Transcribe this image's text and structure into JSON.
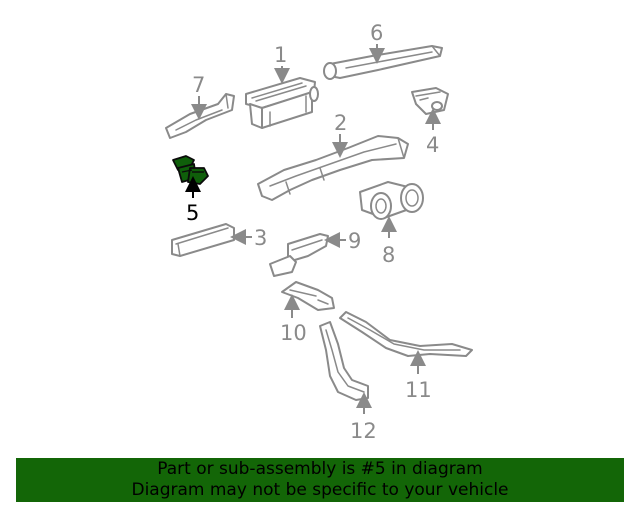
{
  "diagram": {
    "callouts": {
      "c1": "1",
      "c2": "2",
      "c3": "3",
      "c4": "4",
      "c5": "5",
      "c6": "6",
      "c7": "7",
      "c8": "8",
      "c9": "9",
      "c10": "10",
      "c11": "11",
      "c12": "12"
    },
    "highlighted_part": "5",
    "colors": {
      "part_stroke": "#8a8a8a",
      "highlight_fill": "#0f5f0a",
      "banner_background": "#136607"
    }
  },
  "banner": {
    "line1": "Part or sub-assembly is #5 in diagram",
    "line2": "Diagram may not be specific to your vehicle"
  }
}
